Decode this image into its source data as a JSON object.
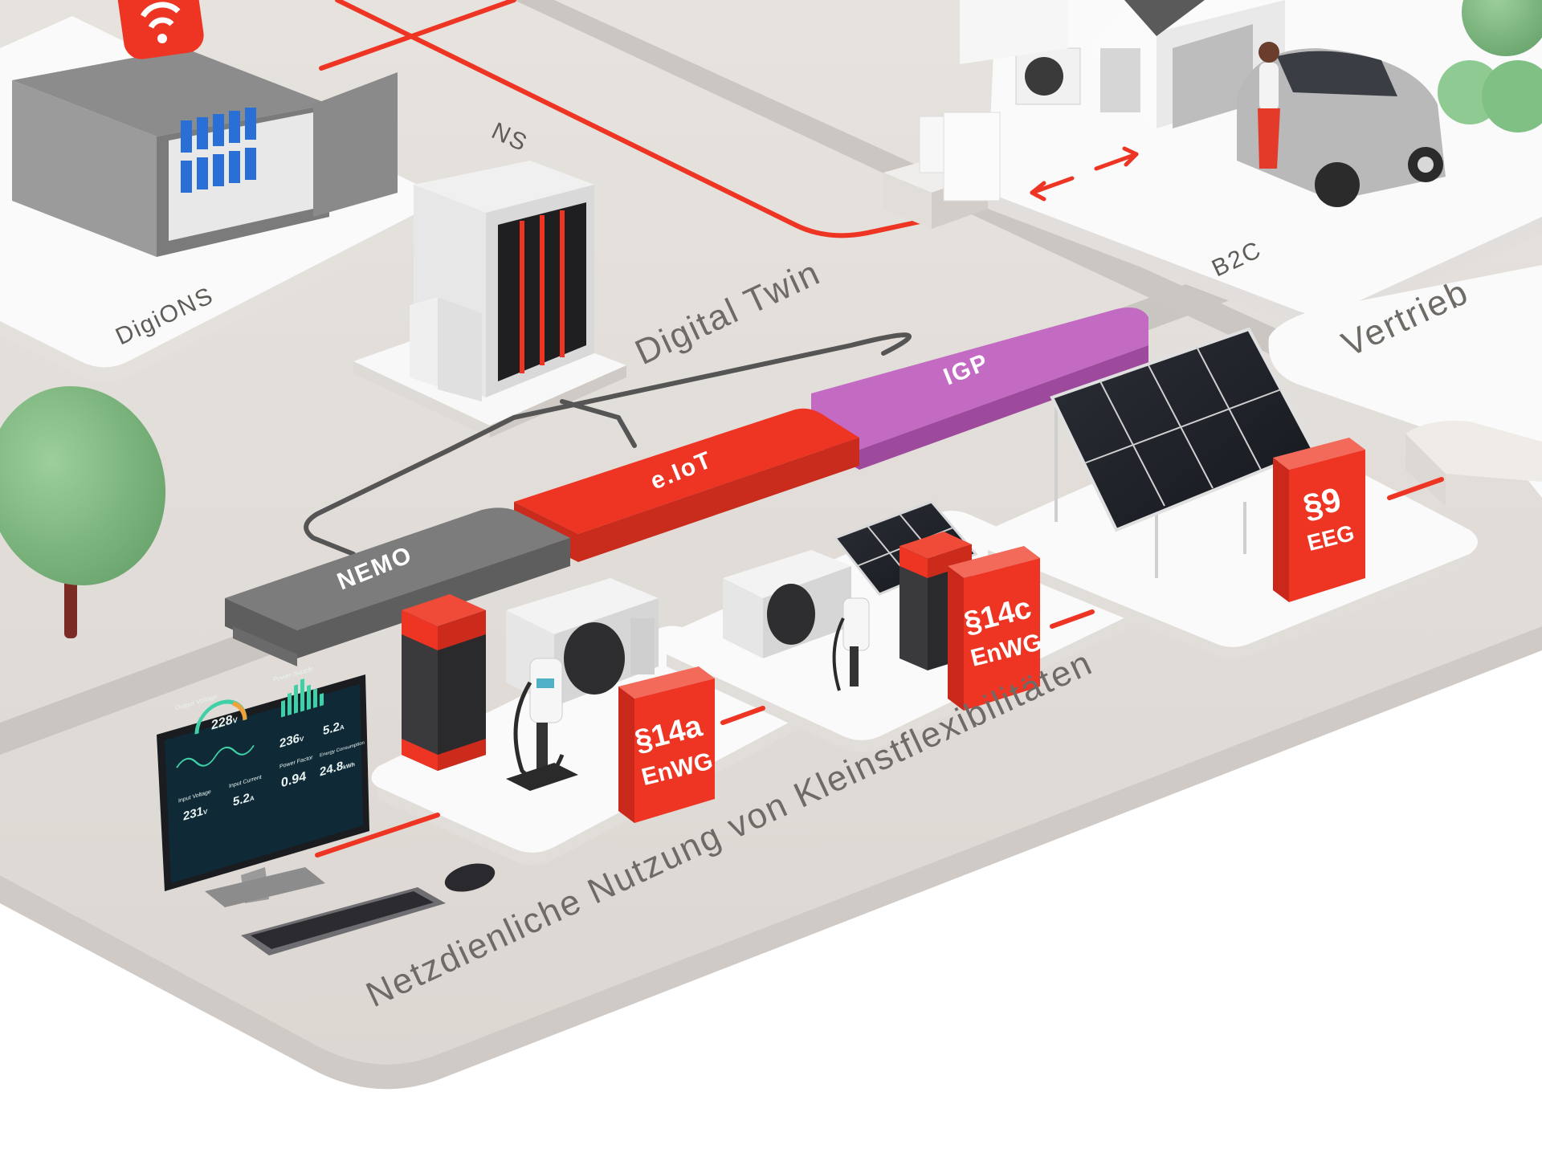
{
  "labels": {
    "digions": "DigiONS",
    "ns": "NS",
    "digital_twin": "Digital Twin",
    "b2c": "B2C",
    "vertrieb": "Vertrieb",
    "netz": "Netzdienliche Nutzung von Kleinstflexibilitäten"
  },
  "bands": {
    "nemo": "NEMO",
    "eiot": "e.IoT",
    "igp": "IGP"
  },
  "laws": {
    "s14a": {
      "line1": "§14a",
      "line2": "EnWG"
    },
    "s14c": {
      "line1": "§14c",
      "line2": "EnWG"
    },
    "s9": {
      "line1": "§9",
      "line2": "EEG"
    }
  },
  "dashboard": {
    "output_voltage_label": "Output Voltage",
    "output_voltage": "228",
    "output_voltage_unit": "V",
    "power_supply_label": "Power Supply",
    "val_236": "236",
    "val_236_unit": "V",
    "val_52a": "5.2",
    "val_52a_unit": "A",
    "input_voltage_label": "Input Voltage",
    "input_voltage": "231",
    "input_voltage_unit": "V",
    "input_current_label": "Input Current",
    "input_current": "5.2",
    "input_current_unit": "A",
    "power_factor_label": "Power Factor",
    "power_factor": "0.94",
    "energy_label": "Energy Consumption",
    "energy": "24.8",
    "energy_unit": "kWh"
  },
  "colors": {
    "accent_red": "#ee3524",
    "nemo_gray": "#7a7a7a",
    "igp_purple": "#b557b5",
    "platform_white": "#f7f7f7",
    "ground": "#e3dfdb"
  }
}
